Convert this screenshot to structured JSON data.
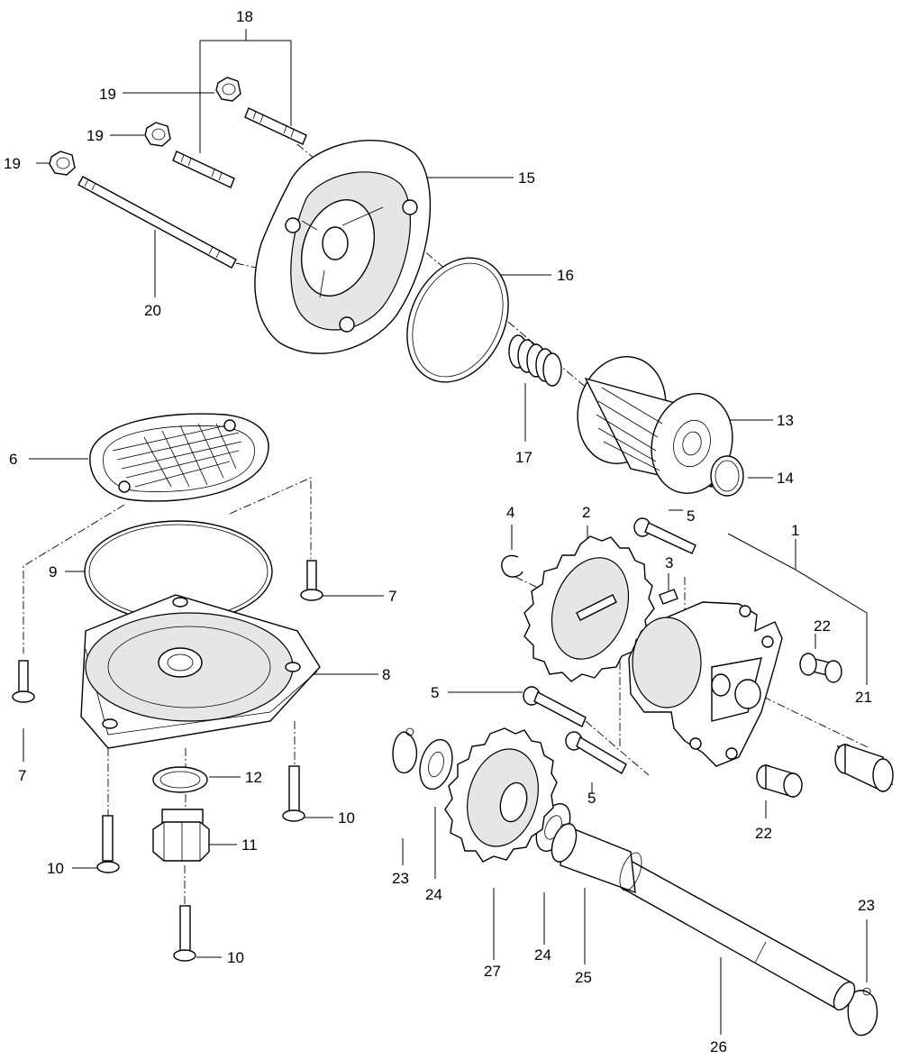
{
  "callouts": {
    "c1": "1",
    "c2": "2",
    "c3": "3",
    "c4": "4",
    "c5a": "5",
    "c5b": "5",
    "c5c": "5",
    "c6": "6",
    "c7a": "7",
    "c7b": "7",
    "c8": "8",
    "c9": "9",
    "c10a": "10",
    "c10b": "10",
    "c10c": "10",
    "c11": "11",
    "c12": "12",
    "c13": "13",
    "c14": "14",
    "c15": "15",
    "c16": "16",
    "c17": "17",
    "c18": "18",
    "c19a": "19",
    "c19b": "19",
    "c19c": "19",
    "c20": "20",
    "c21": "21",
    "c22a": "22",
    "c22b": "22",
    "c23a": "23",
    "c23b": "23",
    "c24a": "24",
    "c24b": "24",
    "c25": "25",
    "c26": "26",
    "c27": "27"
  }
}
